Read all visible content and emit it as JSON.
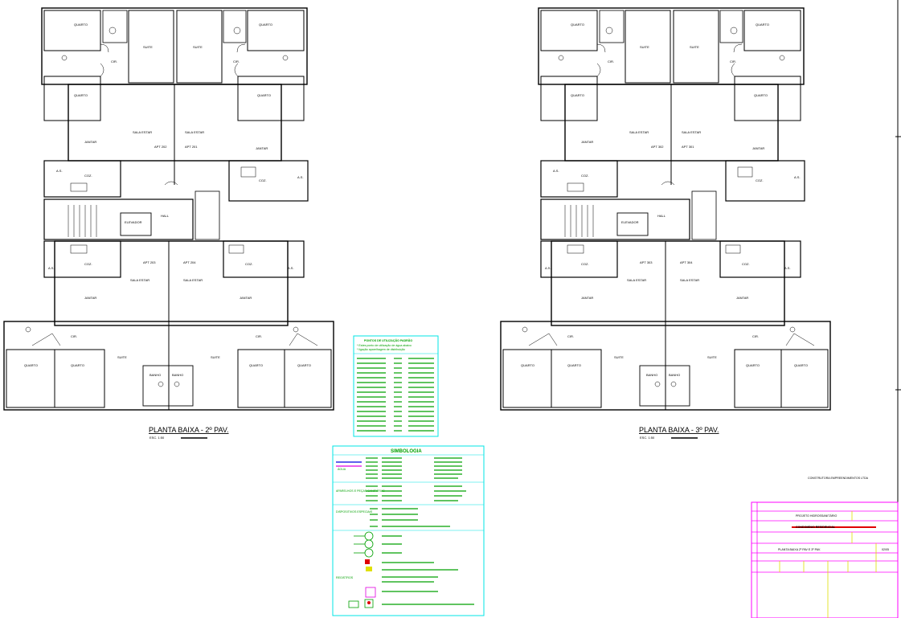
{
  "plans": [
    {
      "id": "plan-2",
      "title": "PLANTA BAIXA - 2º PAV.",
      "scale": "ESC. 1:50",
      "rooms": {
        "quarto_top_left": "QUARTO",
        "quarto_top_right": "QUARTO",
        "suite_top_left": "SUITE",
        "suite_top_right": "SUITE",
        "quarto_mid_left": "QUARTO",
        "quarto_mid_right": "QUARTO",
        "circ_left": "CIR.",
        "circ_right": "CIR.",
        "sala_estar_top_left": "SALA ESTAR",
        "sala_estar_top_right": "SALA ESTAR",
        "jantar_top_left": "JANTAR",
        "jantar_top_right": "JANTAR",
        "apt_top_left": "APT 202",
        "apt_top_right": "APT 201",
        "coz_top_left": "COZ.",
        "coz_top_right": "COZ.",
        "as_top_left": "A.S.",
        "as_top_right": "A.S.",
        "hall": "HALL",
        "elevador": "ELEVADOR",
        "coz_bot_left": "COZ.",
        "coz_bot_right": "COZ.",
        "as_bot_left": "A.S.",
        "as_bot_right": "A.S.",
        "apt_bot_left": "APT 203",
        "apt_bot_right": "APT 204",
        "sala_estar_bot_left": "SALA ESTAR",
        "sala_estar_bot_right": "SALA ESTAR",
        "jantar_bot_left": "JANTAR",
        "jantar_bot_right": "JANTAR",
        "cir_bot_left": "CIR.",
        "cir_bot_right": "CIR.",
        "quarto_bot_left_a": "QUARTO",
        "quarto_bot_left_b": "QUARTO",
        "quarto_bot_right_a": "QUARTO",
        "quarto_bot_right_b": "QUARTO",
        "suite_bot_left": "SUITE",
        "suite_bot_right": "SUITE",
        "banho_left": "BANHO",
        "banho_right": "BANHO"
      }
    },
    {
      "id": "plan-3",
      "title": "PLANTA BAIXA - 3º PAV.",
      "scale": "ESC. 1:50",
      "rooms": {
        "quarto_top_left": "QUARTO",
        "quarto_top_right": "QUARTO",
        "suite_top_left": "SUITE",
        "suite_top_right": "SUITE",
        "quarto_mid_left": "QUARTO",
        "quarto_mid_right": "QUARTO",
        "circ_left": "CIR.",
        "circ_right": "CIR.",
        "sala_estar_top_left": "SALA ESTAR",
        "sala_estar_top_right": "SALA ESTAR",
        "jantar_top_left": "JANTAR",
        "jantar_top_right": "JANTAR",
        "apt_top_left": "APT 302",
        "apt_top_right": "APT 301",
        "coz_top_left": "COZ.",
        "coz_top_right": "COZ.",
        "as_top_left": "A.S.",
        "as_top_right": "A.S.",
        "hall": "HALL",
        "elevador": "ELEVADOR",
        "coz_bot_left": "COZ.",
        "coz_bot_right": "COZ.",
        "as_bot_left": "A.S.",
        "as_bot_right": "A.S.",
        "apt_bot_left": "APT 303",
        "apt_bot_right": "APT 304",
        "sala_estar_bot_left": "SALA ESTAR",
        "sala_estar_bot_right": "SALA ESTAR",
        "jantar_bot_left": "JANTAR",
        "jantar_bot_right": "JANTAR",
        "cir_bot_left": "CIR.",
        "cir_bot_right": "CIR.",
        "quarto_bot_left_a": "QUARTO",
        "quarto_bot_left_b": "QUARTO",
        "quarto_bot_right_a": "QUARTO",
        "quarto_bot_right_b": "QUARTO",
        "suite_bot_left": "SUITE",
        "suite_bot_right": "SUITE",
        "banho_left": "BANHO",
        "banho_right": "BANHO"
      }
    }
  ],
  "legend_points": {
    "title": "PONTOS DE UTILIZAÇÃO PADRÃO",
    "subtitle_1": "* Estes ponto de utilização de água abaixo",
    "subtitle_2": "* ligação aparelhagem de distribuição"
  },
  "legend_symbols": {
    "title": "SIMBOLOGIA",
    "group_1": "ÁGUA",
    "group_2": "APARELHOS E PEÇAS SANITÁRIAS",
    "group_3": "DISPOSITIVOS ESPECIAIS",
    "group_4": "REGISTROS"
  },
  "title_block": {
    "company": "CONSTRUTORA EMPREENDIMENTOS LTDA",
    "project_label": "PROJETO HIDROSSANITÁRIO",
    "owner": "CONDOMÍNIO RESIDENCIAL",
    "sheet_title": "PLANTA BAIXA 2º PAV E 3º PAV.",
    "sheet_number": "02/05"
  },
  "colors": {
    "lines": "#000000",
    "legend_border": "#00e5e5",
    "legend_text": "#00a000",
    "title_block_border": "#ff00ff",
    "title_block_inner": "#e0e000"
  }
}
